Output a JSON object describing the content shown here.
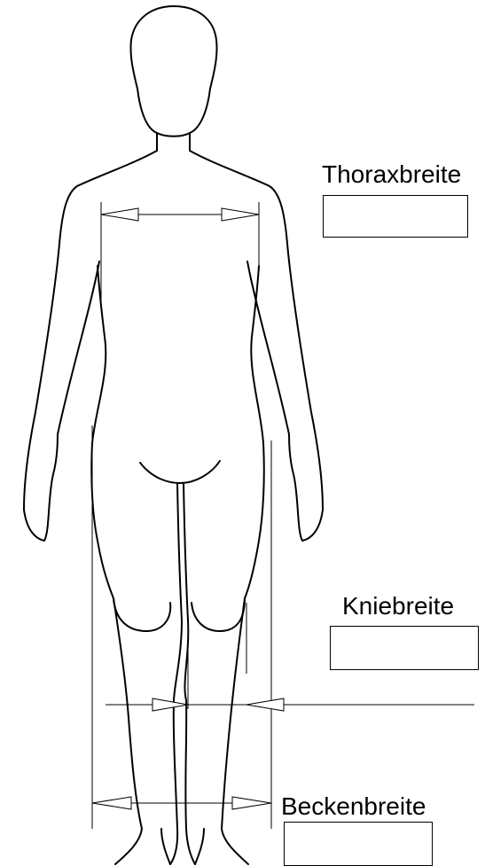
{
  "measurements": {
    "thorax": {
      "label": "Thoraxbreite",
      "value": ""
    },
    "knee": {
      "label": "Kniebreite",
      "value": ""
    },
    "pelvis": {
      "label": "Beckenbreite",
      "value": ""
    }
  }
}
